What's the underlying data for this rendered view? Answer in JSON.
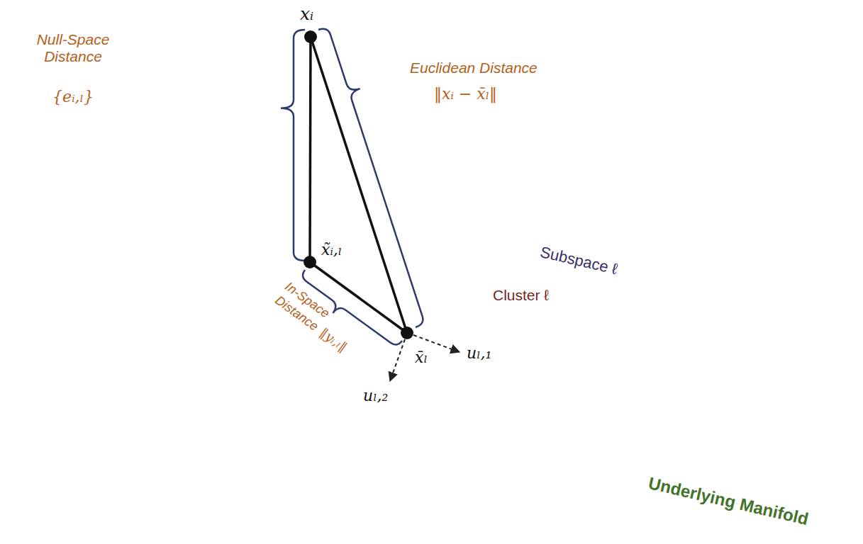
{
  "diagram": {
    "nodes": [
      {
        "text": [
          "Underlying Manifold"
        ]
      },
      {
        "text": [
          "Subspace ℓ"
        ],
        "in": 0
      },
      {
        "text": [
          "Cluster ℓ"
        ],
        "in": 1
      }
    ],
    "labels": [
      "xᵢ",
      "Null-Space Distance",
      "{eᵢ,ₗ}",
      "Euclidean Distance",
      "‖xᵢ − x̄ₗ‖",
      "x̃ᵢ,ₗ",
      "In-Space Distance",
      "‖yᵢ,ₗ‖",
      "x̄ₗ",
      "uₗ,₁",
      "uₗ,₂"
    ]
  }
}
